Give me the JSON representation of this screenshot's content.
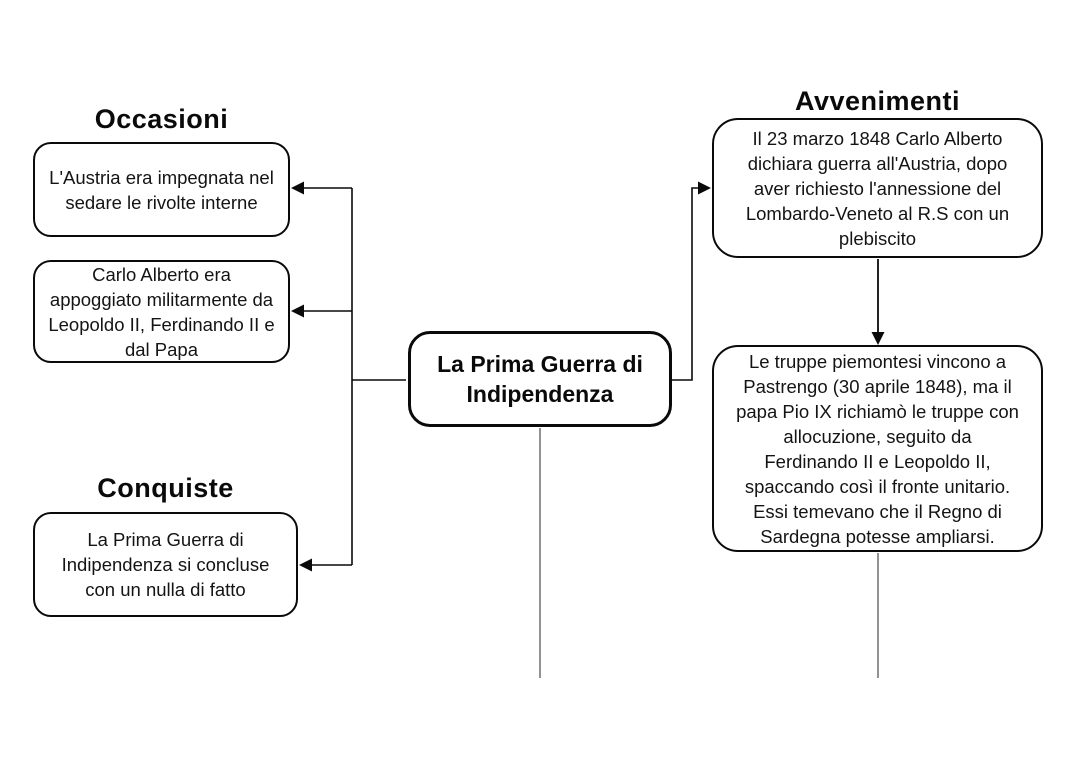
{
  "diagram": {
    "title": "La Prima Guerra di Indipendenza",
    "colors": {
      "background": "#ffffff",
      "ink": "#0a0a0a",
      "thin_line": "#4a4a4a"
    },
    "center_node": {
      "label": "La Prima Guerra di\nIndipendenza"
    },
    "sections": {
      "occasioni": {
        "heading": "Occasioni",
        "nodes": [
          {
            "text": "L'Austria era impegnata nel\nsedare le rivolte interne"
          },
          {
            "text": "Carlo Alberto era\nappoggiato militarmente da\nLeopoldo II, Ferdinando II e\ndal Papa"
          }
        ]
      },
      "conquiste": {
        "heading": "Conquiste",
        "nodes": [
          {
            "text": "La Prima Guerra di\nIndipendenza si concluse\ncon un nulla di fatto"
          }
        ]
      },
      "avvenimenti": {
        "heading": "Avvenimenti",
        "nodes": [
          {
            "text": "Il 23 marzo 1848 Carlo Alberto\ndichiara guerra all'Austria, dopo\naver richiesto l'annessione del\nLombardo-Veneto al R.S con un\nplebiscito"
          },
          {
            "text": "Le truppe piemontesi vincono a\nPastrengo (30 aprile 1848), ma il\npapa Pio IX richiamò le truppe con\nallocuzione, seguito da\nFerdinando II e Leopoldo II,\nspaccando così il fronte unitario.\nEssi temevano che il Regno di\nSardegna potesse ampliarsi."
          }
        ]
      }
    }
  }
}
